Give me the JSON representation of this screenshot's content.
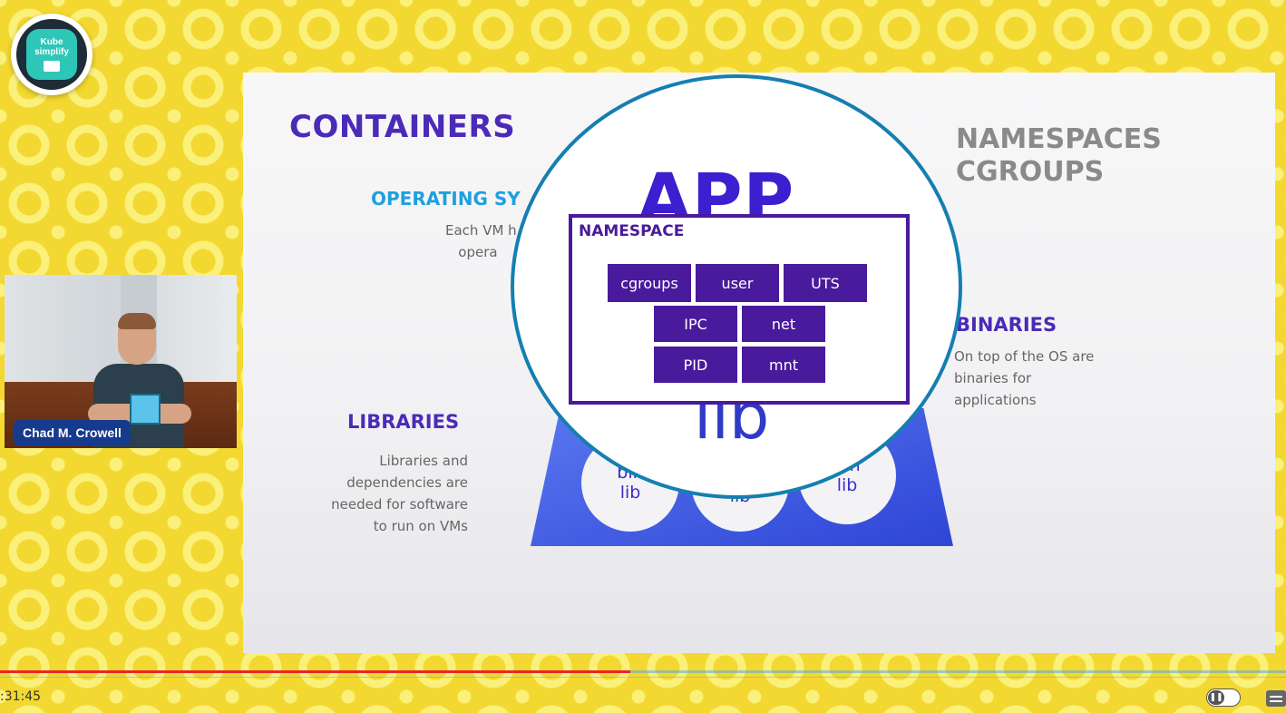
{
  "channel": {
    "logo_line1": "Kube",
    "logo_line2": "simplify"
  },
  "slide": {
    "title": "CONTAINERS",
    "operating_heading": "OPERATING SY",
    "operating_desc": "Each VM h\n   opera",
    "namespaces_heading": "NAMESPACES\nCGROUPS",
    "binaries_heading": "BINARIES",
    "binaries_desc": "On top of the OS are\nbinaries for\napplications",
    "libraries_heading": "LIBRARIES",
    "libraries_desc": "Libraries and\ndependencies are\nneeded for software\nto run on VMs",
    "bubbles": [
      {
        "line1": "bin",
        "line2": "lib"
      },
      {
        "line1": "",
        "line2": "lib"
      },
      {
        "line1": "bin",
        "line2": "lib"
      }
    ],
    "magnifier": {
      "app_text": "APP",
      "lib_text": "lib",
      "namespace_label": "NAMESPACE",
      "chips": [
        "cgroups",
        "user",
        "UTS",
        "IPC",
        "net",
        "PID",
        "mnt"
      ]
    }
  },
  "speaker": {
    "name": "Chad M. Crowell"
  },
  "player": {
    "current_time": ":31:45",
    "progress": 0.49,
    "colors": {
      "played": "#e8252a",
      "unplayed": "#5aaadc"
    },
    "pause_icon": "pause-icon",
    "captions_icon": "captions-icon"
  }
}
